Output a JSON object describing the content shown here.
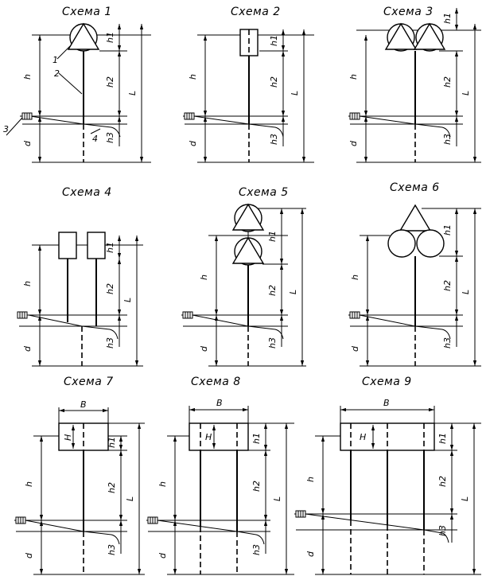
{
  "schemes": [
    {
      "title": "Схема 1",
      "labels": {
        "h": "h",
        "h1": "h1",
        "h2": "h2",
        "h3": "h3",
        "d": "d",
        "L": "L",
        "n1": "1",
        "n2": "2",
        "n3": "3",
        "n4": "4"
      }
    },
    {
      "title": "Схема 2",
      "labels": {
        "h": "h",
        "h1": "h1",
        "h2": "h2",
        "h3": "h3",
        "d": "d",
        "L": "L"
      }
    },
    {
      "title": "Схема 3",
      "labels": {
        "h": "h",
        "h1": "h1",
        "h2": "h2",
        "h3": "h3",
        "d": "d",
        "L": "L"
      }
    },
    {
      "title": "Схема 4",
      "labels": {
        "h": "h",
        "h1": "h1",
        "h2": "h2",
        "h3": "h3",
        "d": "d",
        "L": "L"
      }
    },
    {
      "title": "Схема 5",
      "labels": {
        "h": "h",
        "h1": "h1",
        "h2": "h2",
        "h3": "h3",
        "d": "d",
        "L": "L"
      }
    },
    {
      "title": "Схема 6",
      "labels": {
        "h": "h",
        "h1": "h1",
        "h2": "h2",
        "h3": "h3",
        "d": "d",
        "L": "L"
      }
    },
    {
      "title": "Схема 7",
      "labels": {
        "B": "B",
        "H": "H",
        "h": "h",
        "h1": "h1",
        "h2": "h2",
        "h3": "h3",
        "d": "d",
        "L": "L"
      }
    },
    {
      "title": "Схема 8",
      "labels": {
        "B": "B",
        "H": "H",
        "h": "h",
        "h1": "h1",
        "h2": "h2",
        "h3": "h3",
        "d": "d",
        "L": "L"
      }
    },
    {
      "title": "Схема 9",
      "labels": {
        "B": "B",
        "H": "H",
        "h": "h",
        "h1": "h1",
        "h2": "h2",
        "h3": "h3",
        "d": "d",
        "L": "L"
      }
    }
  ]
}
